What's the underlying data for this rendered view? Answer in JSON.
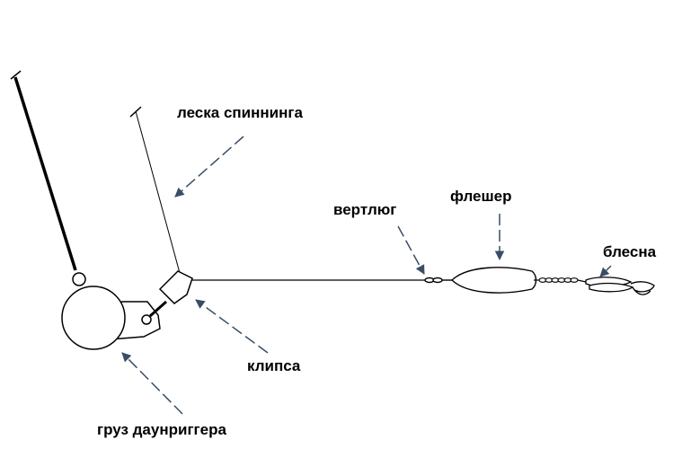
{
  "labels": {
    "spinning_line": "леска спиннинга",
    "swivel": "вертлюг",
    "flasher": "флешер",
    "spoon": "блесна",
    "clip": "клипса",
    "downrigger_weight": "груз даунриггера"
  },
  "colors": {
    "ink": "#000000",
    "arrow": "#3a4d66",
    "weight_fill": "#ffffff"
  }
}
